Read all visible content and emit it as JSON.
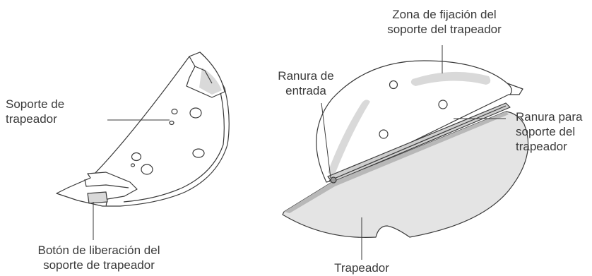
{
  "labels": {
    "mop_holder": "Soporte de\ntrapeador",
    "release_button": "Botón de liberación del\nsoporte de trapeador",
    "attachment_zone": "Zona de fijación del\nsoporte del trapeador",
    "entry_slot": "Ranura de\nentrada",
    "holder_slot": "Ranura para\nsoporte del\ntrapeador",
    "mop": "Trapeador"
  },
  "colors": {
    "outline": "#3a3a3a",
    "gray_pad": "#d9d9d9",
    "mop_fill": "#e4e4e4",
    "mop_edge": "#b8b8b8"
  }
}
